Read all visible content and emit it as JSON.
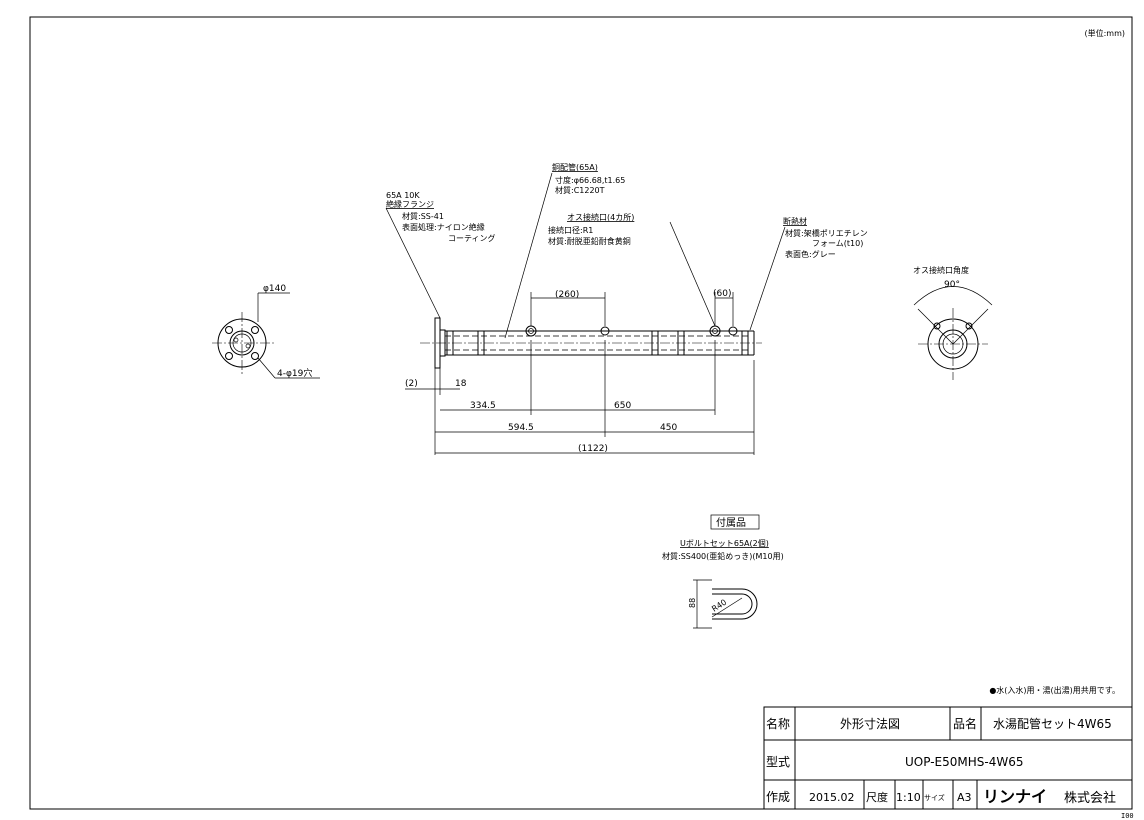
{
  "unit_note": "(単位:mm)",
  "pipe_label": {
    "title": "銅配管(65A)",
    "line1": "寸度:φ66.68,t1.65",
    "line2": "材質:C1220T"
  },
  "flange_label": {
    "line1": "65A 10K",
    "title": "絶縁フランジ",
    "line2": "材質:SS-41",
    "line3": "表面処理:ナイロン絶縁",
    "line4": "コーティング"
  },
  "male_port_label": {
    "title": "オス接続口(4カ所)",
    "line1": "接続口径:R1",
    "line2": "材質:耐脱亜鉛耐食黄銅"
  },
  "insulation_label": {
    "title": "断熱材",
    "line1": "材質:架橋ポリエチレン",
    "line2": "フォーム(t10)",
    "line3": "表面色:グレー"
  },
  "port_angle_label": {
    "title": "オス接続口角度",
    "angle": "90°"
  },
  "flange_view": {
    "diameter": "φ140",
    "holes": "4-φ19穴"
  },
  "dimensions": {
    "d260": "(260)",
    "d60": "(60)",
    "d2": "(2)",
    "d18": "18",
    "d334_5": "334.5",
    "d650": "650",
    "d594_5": "594.5",
    "d450": "450",
    "d1122": "(1122)"
  },
  "accessory": {
    "title": "付属品",
    "line1": "Uボルトセット65A(2個)",
    "line2": "材質:SS400(亜鉛めっき)(M10用)",
    "height": "88",
    "radius": "R40"
  },
  "note": "●水(入水)用・湯(出湯)用共用です。",
  "title_block": {
    "name_label": "名称",
    "name_value": "外形寸法図",
    "product_label": "品名",
    "product_value": "水湯配管セット4W65",
    "model_label": "型式",
    "model_value": "UOP-E50MHS-4W65",
    "created_label": "作成",
    "created_value": "2015.02",
    "scale_label": "尺度",
    "scale_value": "1:10",
    "size_label": "サイズ",
    "size_value": "A3",
    "company_brand": "リンナイ",
    "company_suffix": "株式会社"
  },
  "corner_code": "I00"
}
